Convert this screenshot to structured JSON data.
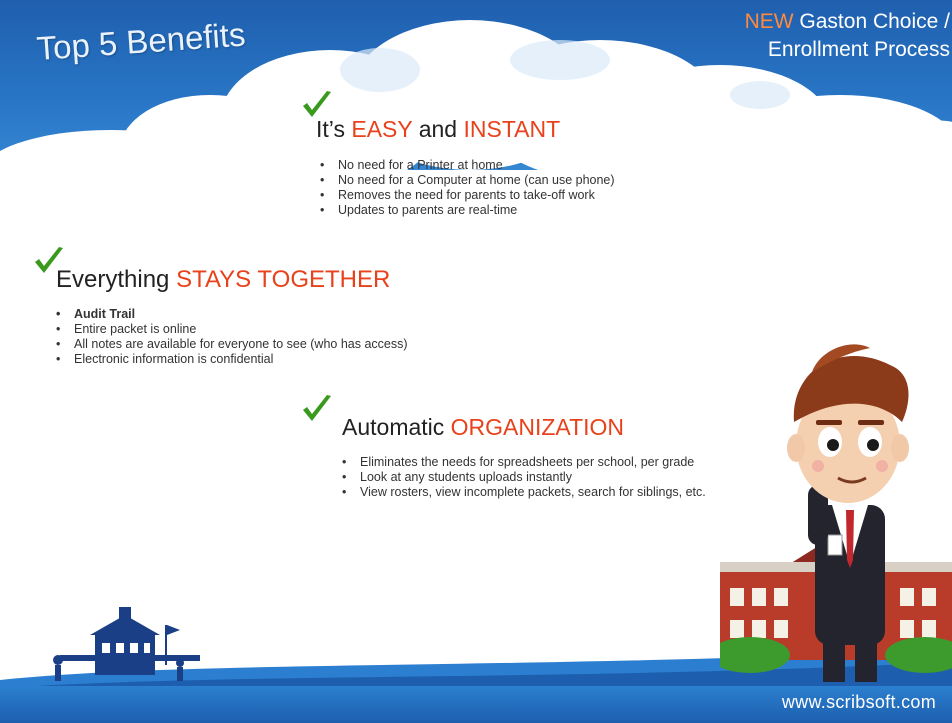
{
  "header": {
    "title": "Top 5 Benefits",
    "right_new": "NEW",
    "right_line1_rest": " Gaston Choice /",
    "right_line2": "Enrollment Process"
  },
  "sections": [
    {
      "heading_plain_1": "It’s ",
      "heading_hl_1": "EASY",
      "heading_plain_2": " and ",
      "heading_hl_2": "INSTANT",
      "bullets": [
        "No need for a Printer at home",
        "No need for a Computer at home (can use phone)",
        "Removes the need for parents to take-off work",
        "Updates to parents are real-time"
      ]
    },
    {
      "heading_plain_1": "Everything ",
      "heading_hl_1": "STAYS TOGETHER",
      "bullets": [
        "Audit Trail",
        "Entire packet is online",
        "All notes are available for everyone to see (who has access)",
        "Electronic information is confidential"
      ]
    },
    {
      "heading_plain_1": "Automatic ",
      "heading_hl_1": "ORGANIZATION",
      "bullets": [
        "Eliminates the needs for spreadsheets per school, per grade",
        "Look at any students uploads instantly",
        "View rosters, view incomplete packets, search for siblings, etc."
      ]
    }
  ],
  "footer": {
    "url": "www.scribsoft.com"
  },
  "colors": {
    "accent": "#e8421c",
    "new_label": "#ff8a3d",
    "sky": "#2a78c8",
    "check": "#3a9a1e"
  },
  "icons": {
    "check": "check-mark-icon",
    "school": "school-building-icon",
    "character": "businessman-illustration"
  }
}
